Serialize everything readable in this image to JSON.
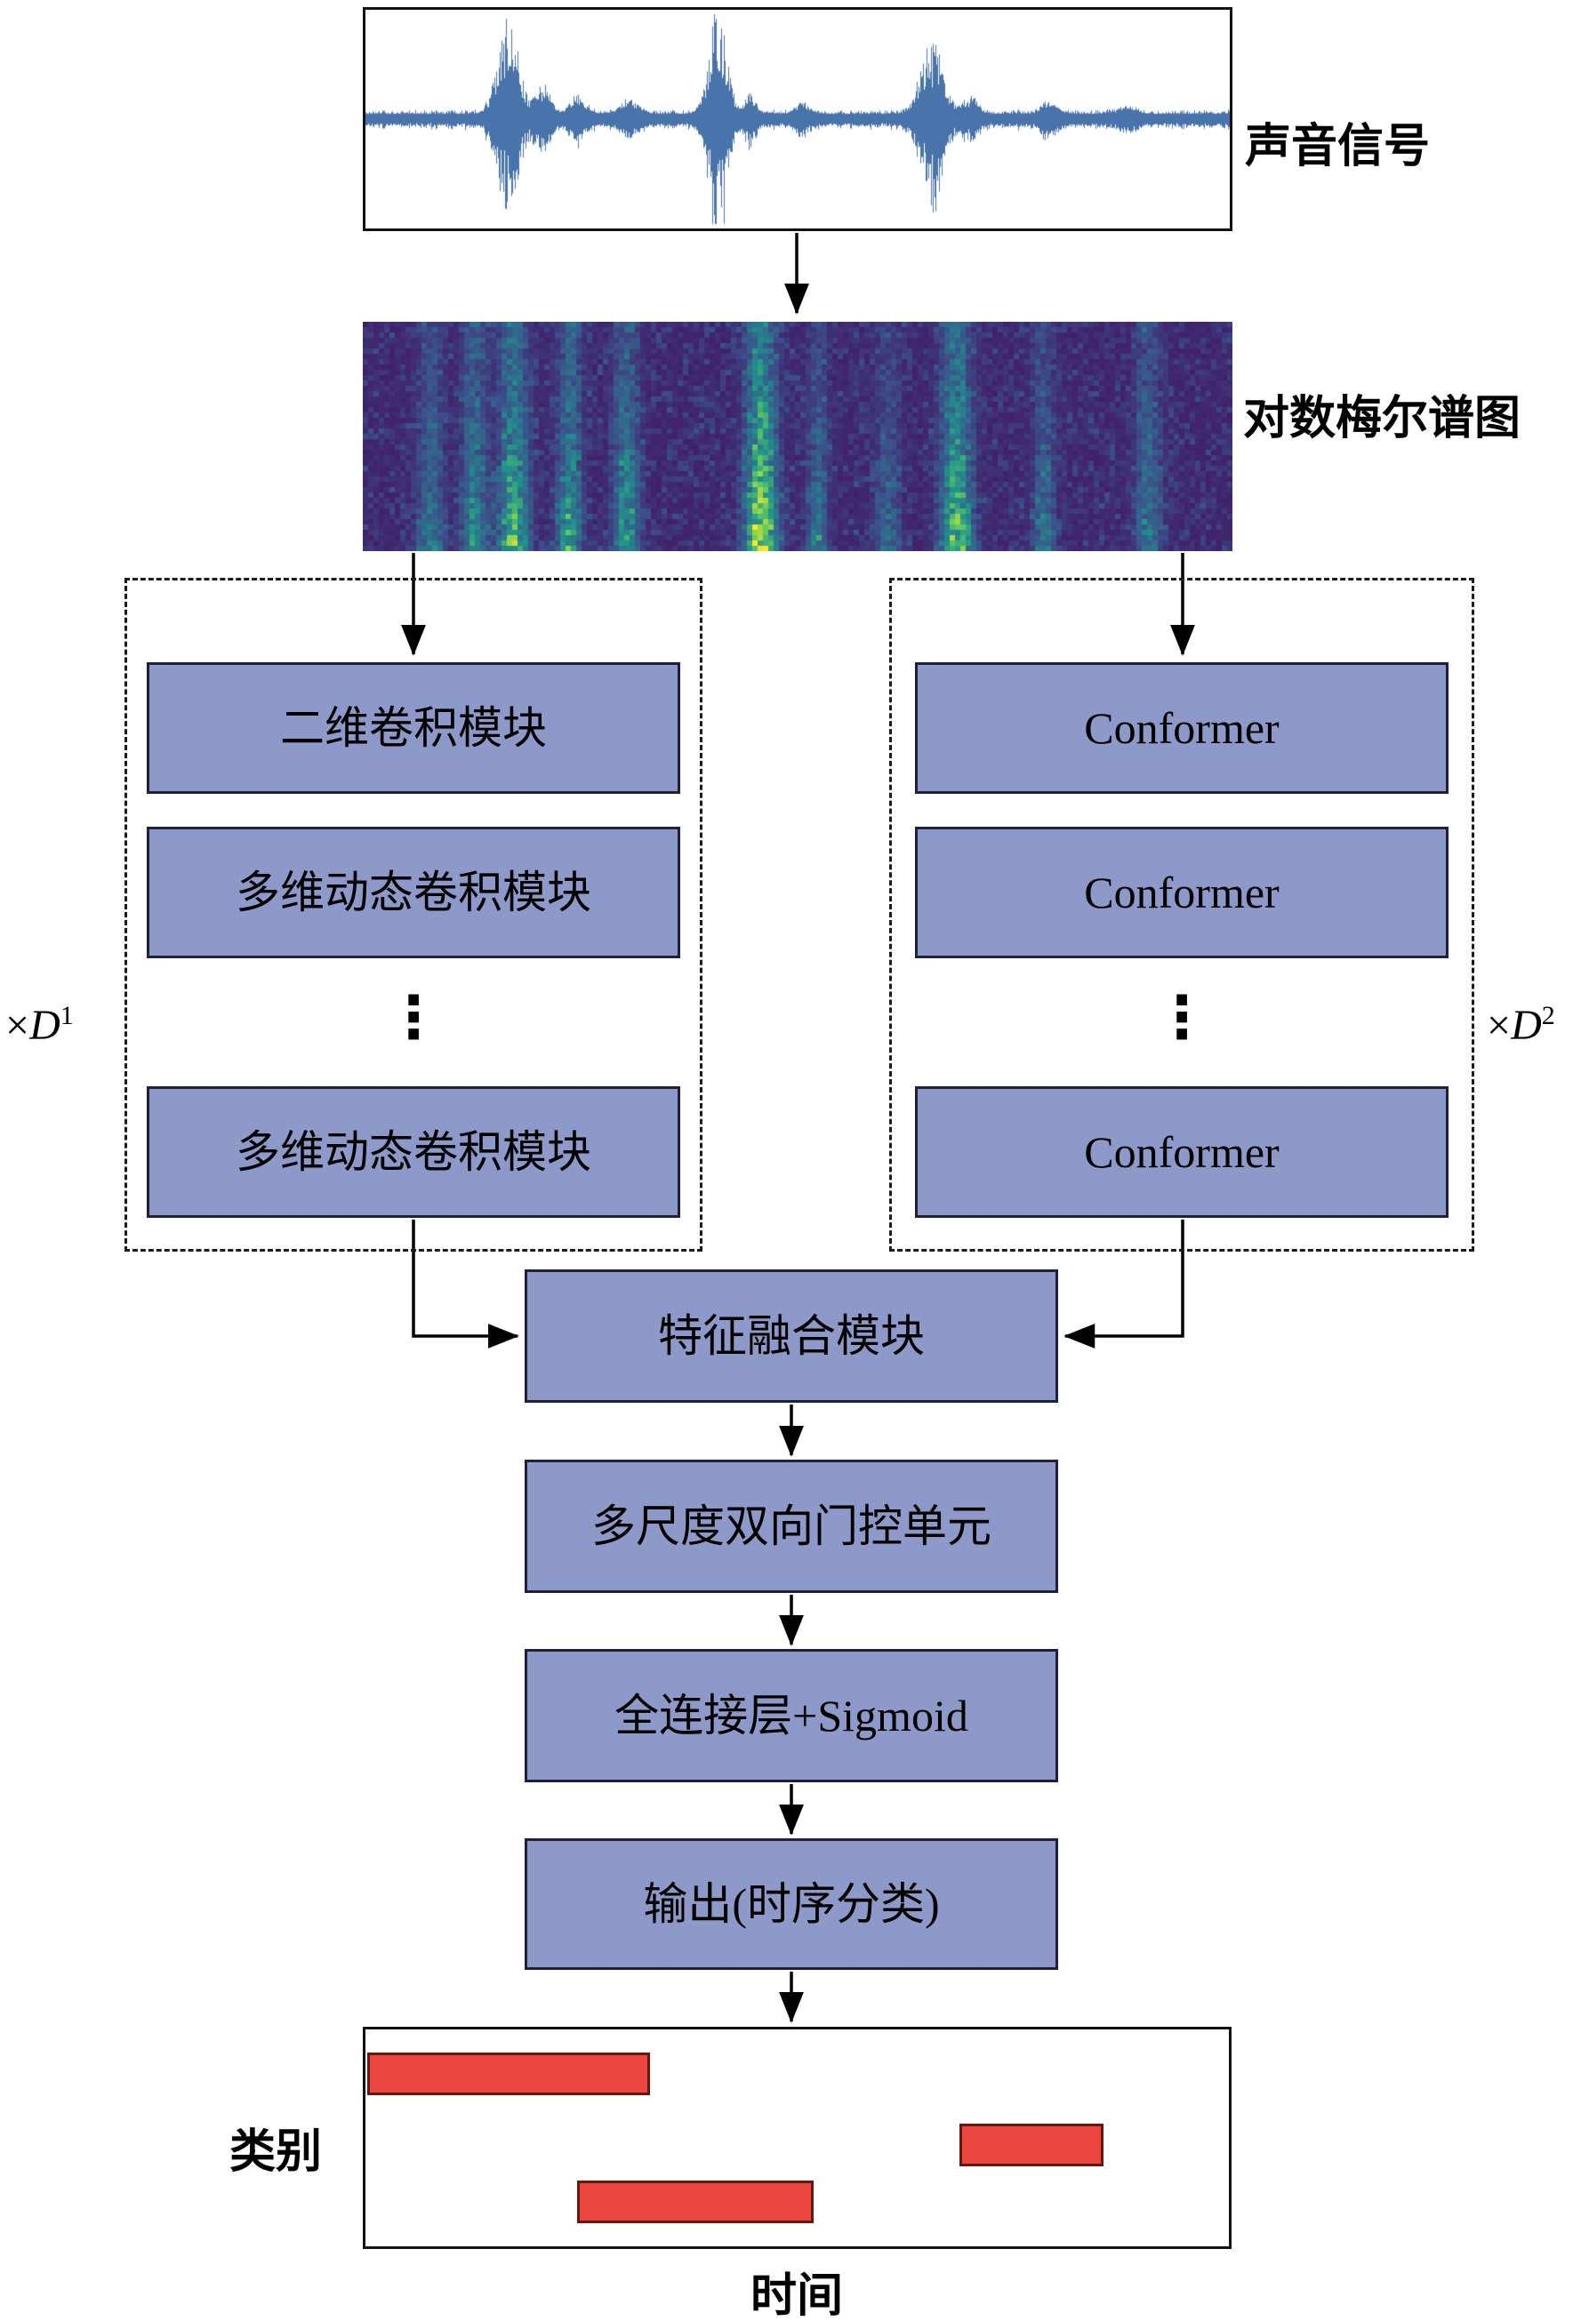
{
  "colors": {
    "box_fill": "#8C99C9",
    "box_border": "#20203a",
    "red_bar": "#EA4740",
    "red_bar_border": "#6b1511",
    "waveform": "#3E6DA6",
    "arrow": "#000000"
  },
  "diagram": {
    "input_label": "声音信号",
    "spectrogram_label": "对数梅尔谱图",
    "left_branch": {
      "repeat": {
        "prefix": "×",
        "var": "D",
        "sup": "1"
      },
      "blocks": [
        "二维卷积模块",
        "多维动态卷积模块",
        "多维动态卷积模块"
      ],
      "dots": "⋮"
    },
    "right_branch": {
      "repeat": {
        "prefix": "×",
        "var": "D",
        "sup": "2"
      },
      "blocks": [
        "Conformer",
        "Conformer",
        "Conformer"
      ],
      "dots": "⋮"
    },
    "pipeline": [
      "特征融合模块",
      "多尺度双向门控单元",
      "全连接层+Sigmoid",
      "输出(时序分类)"
    ],
    "output": {
      "y_label": "类别",
      "x_label": "时间"
    }
  }
}
